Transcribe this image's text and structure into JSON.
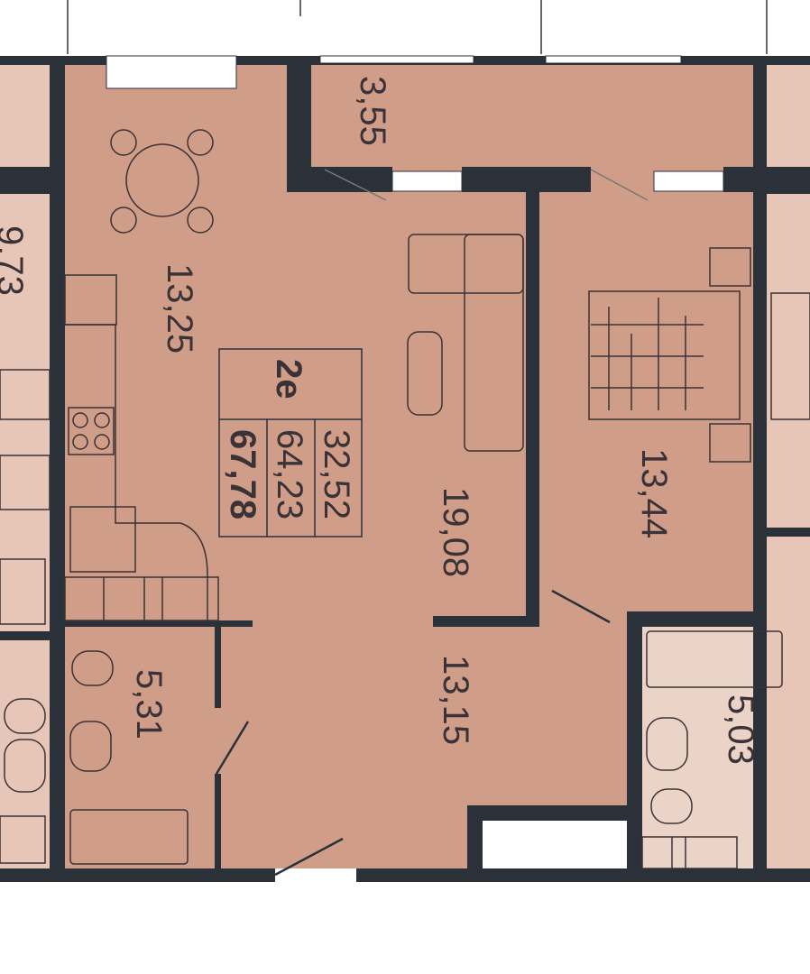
{
  "plan": {
    "apartment_type": "2e",
    "total_area": "67,78",
    "living_area_total": "64,23",
    "living_rooms_area": "32,52",
    "rooms": {
      "balcony": "3,55",
      "kitchen": "13,25",
      "living_room": "19,08",
      "bedroom": "13,44",
      "hallway": "13,15",
      "wc_left": "5,31",
      "bathroom_right": "5,03",
      "neighbor_left": "9,73"
    }
  },
  "colors": {
    "room_fill": "#d09d88",
    "neighbor_fill": "#e8c6b7",
    "bath_fill": "#ecd3c7",
    "wall": "#2b3139"
  }
}
